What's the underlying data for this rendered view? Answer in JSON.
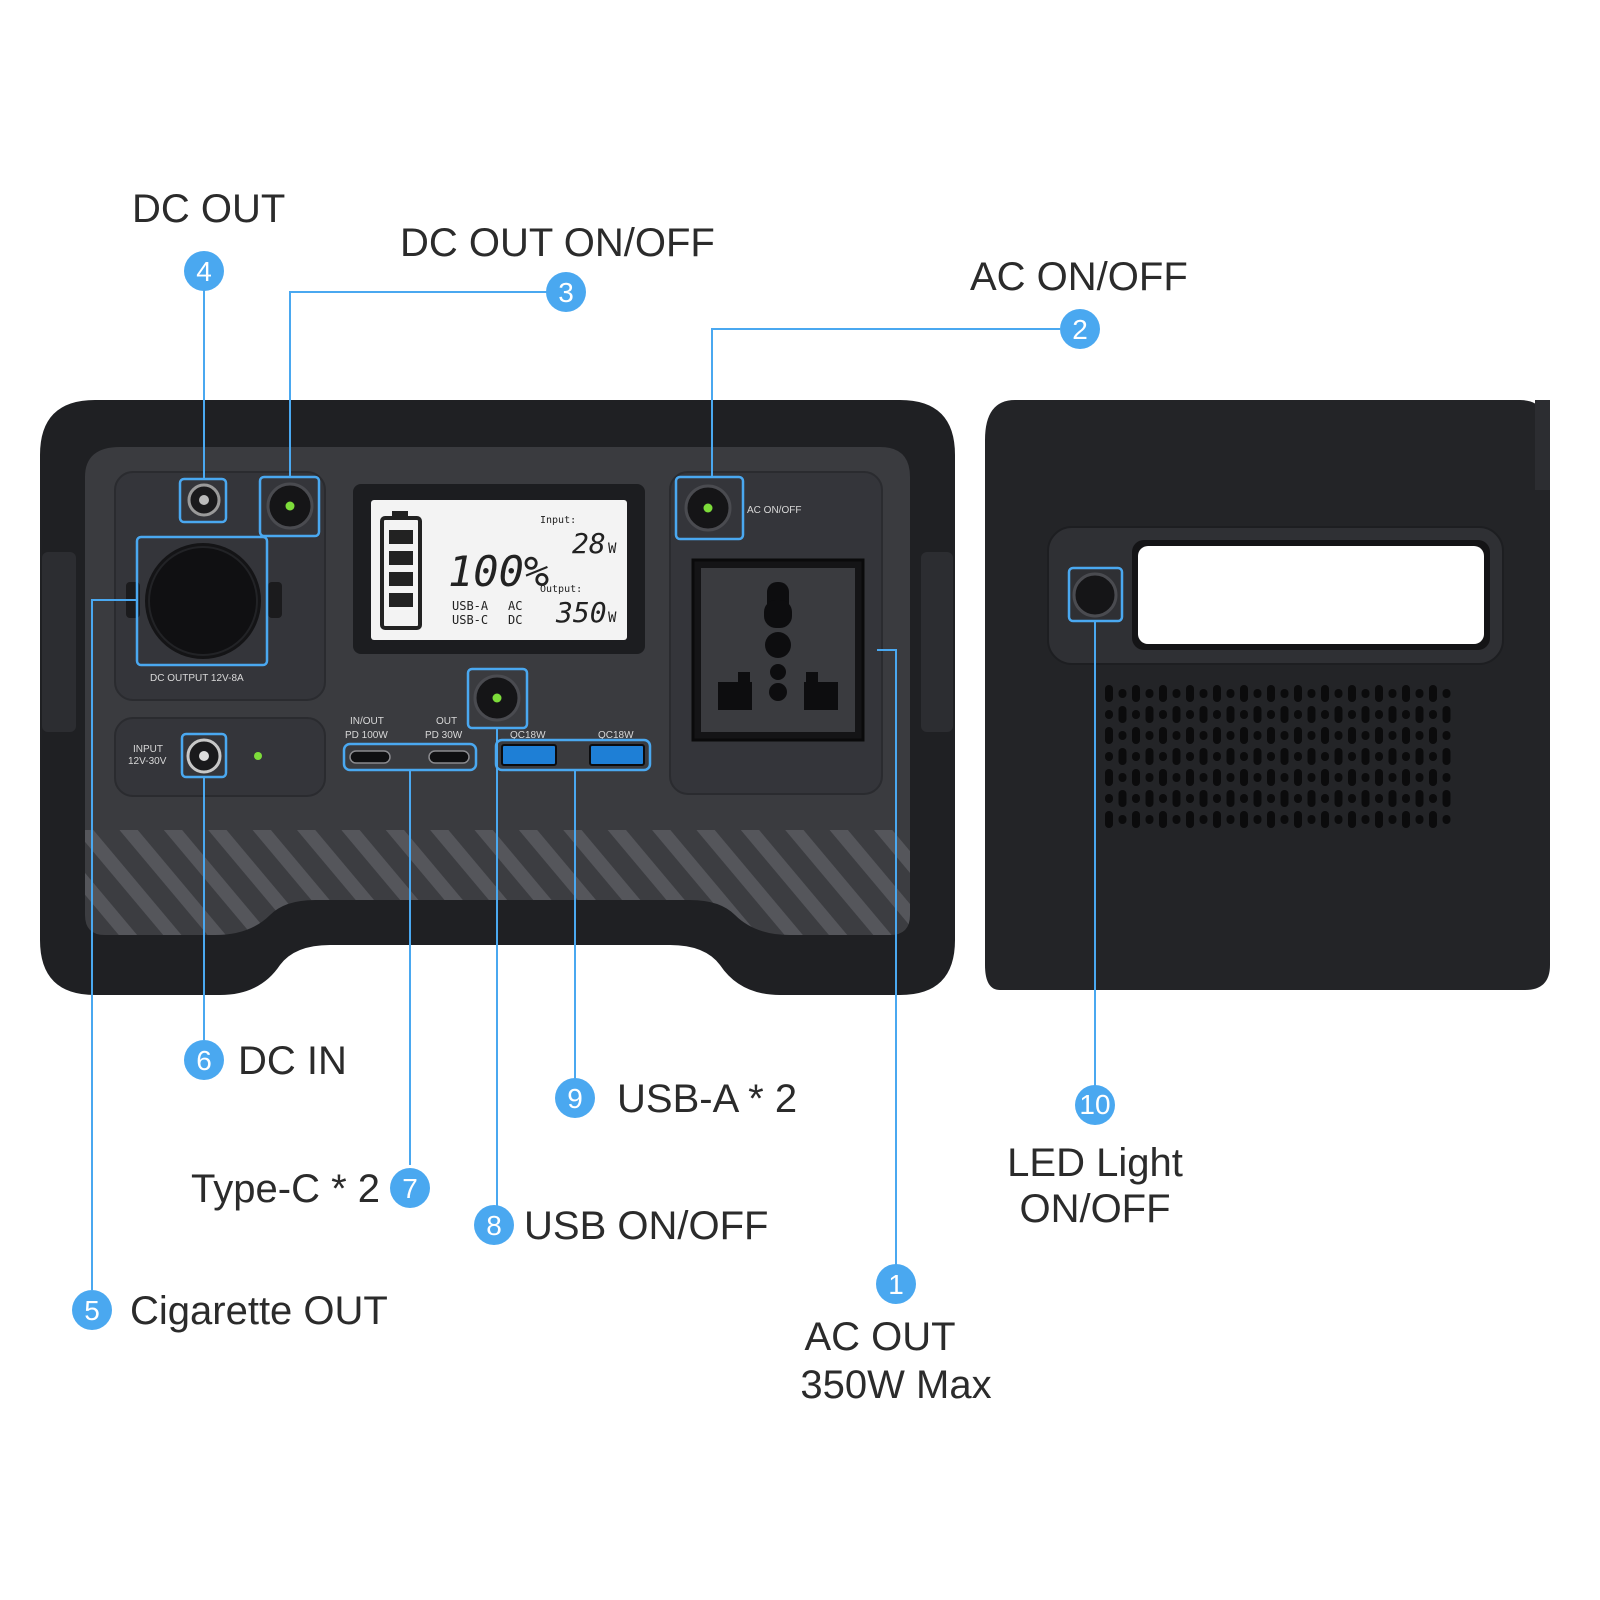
{
  "callouts": [
    {
      "num": "1",
      "label_lines": [
        "AC OUT",
        "350W Max"
      ]
    },
    {
      "num": "2",
      "label_lines": [
        "AC ON/OFF"
      ]
    },
    {
      "num": "3",
      "label_lines": [
        "DC OUT ON/OFF"
      ]
    },
    {
      "num": "4",
      "label_lines": [
        "DC OUT"
      ]
    },
    {
      "num": "5",
      "label_lines": [
        "Cigarette OUT"
      ]
    },
    {
      "num": "6",
      "label_lines": [
        "DC IN"
      ]
    },
    {
      "num": "7",
      "label_lines": [
        "Type-C * 2"
      ]
    },
    {
      "num": "8",
      "label_lines": [
        "USB ON/OFF"
      ]
    },
    {
      "num": "9",
      "label_lines": [
        "USB-A * 2"
      ]
    },
    {
      "num": "10",
      "label_lines": [
        "LED Light",
        "ON/OFF"
      ]
    }
  ],
  "device": {
    "dc_output_label": "DC OUTPUT 12V-8A",
    "input_label_1": "INPUT",
    "input_label_2": "12V-30V",
    "ac_switch_label": "AC ON/OFF",
    "typec_1_top": "IN/OUT",
    "typec_1_bottom": "PD 100W",
    "typec_2_top": "OUT",
    "typec_2_bottom": "PD 30W",
    "usba_1": "QC18W",
    "usba_2": "QC18W"
  },
  "lcd": {
    "battery_percent": "100%",
    "input_label": "Input:",
    "input_value": "28",
    "input_unit": "W",
    "output_label": "Output:",
    "output_value": "350",
    "output_unit": "W",
    "port_usba": "USB-A",
    "port_usbc": "USB-C",
    "port_ac": "AC",
    "port_dc": "DC"
  },
  "colors": {
    "accent": "#4aa8f0",
    "body": "#2a2b2e",
    "panel": "#3a3b3f",
    "led_green": "#7ddc3a"
  }
}
